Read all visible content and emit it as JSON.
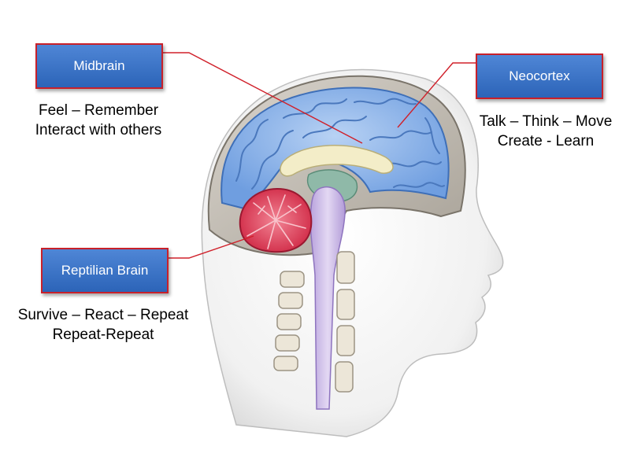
{
  "labels": {
    "midbrain": {
      "title": "Midbrain",
      "line1": "Feel – Remember",
      "line2": "Interact with others"
    },
    "neocortex": {
      "title": "Neocortex",
      "line1": "Talk – Think – Move",
      "line2": "Create - Learn"
    },
    "reptilian": {
      "title": "Reptilian Brain",
      "line1": "Survive – React – Repeat",
      "line2": "Repeat-Repeat"
    }
  },
  "colors": {
    "box_fill": "#3b76cc",
    "box_border": "#c8202a",
    "leader_line": "#d0202a",
    "cortex": "#8fb4e8",
    "cerebellum": "#e0405a",
    "brainstem": "#c9b6e6"
  }
}
